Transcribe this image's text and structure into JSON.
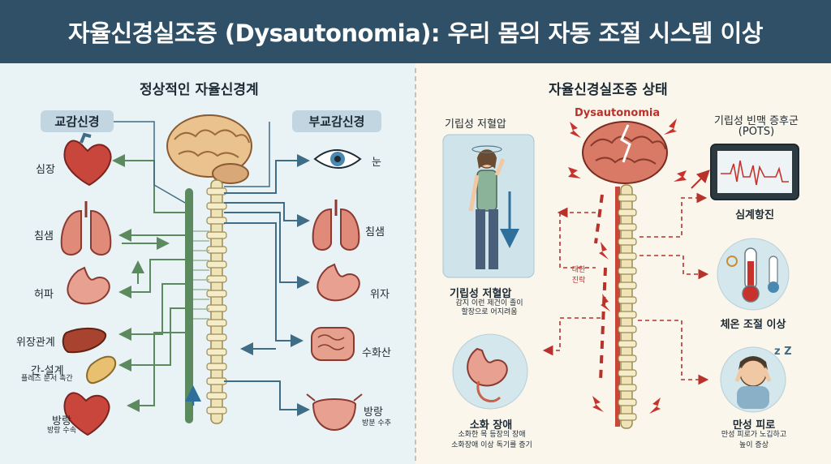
{
  "title": "자율신경실조증 (Dysautonomia): 우리 몸의 자동 조절 시스템 이상",
  "left": {
    "title": "정상적인 자율신경계",
    "sympathetic": "교감신경",
    "parasympathetic": "부교감신경",
    "left_organs": {
      "heart": "심장",
      "lungs": "침샘",
      "stomach": "허파",
      "liver": "위장관계",
      "pancreas": "간-설계",
      "pancreas_sub": "플레즈 분서 촉간",
      "bladder_heart": "방랑",
      "bladder_heart_sub": "방랑 수속"
    },
    "right_organs": {
      "eye": "눈",
      "lungs": "침샘",
      "stomach": "위자",
      "intestine": "수화산",
      "bladder": "방랑",
      "bladder_sub": "방분 수추"
    }
  },
  "right": {
    "title": "자율신경실조증 상태",
    "brain_label": "Dysautonomia",
    "oh_top": "기립성 저혈압",
    "oh_title": "기립성 저혈압",
    "oh_desc_1": "감지 이런 제건이 졸이",
    "oh_desc_2": "할장으로 어지려움",
    "pots_title_1": "기립성 빈맥 증후군",
    "pots_title_2": "(POTS)",
    "pots_label": "심계항진",
    "signal_1": "대한",
    "signal_2": "진락",
    "temp_label": "체온 조절 이상",
    "digest_title": "소화 장애",
    "digest_desc_1": "소화한 목 등장의 장애",
    "digest_desc_2": "소화장애 이상 독기를 증기",
    "fatigue_title": "만성 피로",
    "fatigue_desc_1": "만성 피로가 노깁하고",
    "fatigue_desc_2": "높이 증상",
    "zzz": "z Z"
  },
  "colors": {
    "banner": "#2f5066",
    "sympathetic_green": "#5b8a5e",
    "parasympathetic_blue": "#3f6c86",
    "dysfunction_red": "#b8322c",
    "spine_bone": "#efe3b8"
  }
}
